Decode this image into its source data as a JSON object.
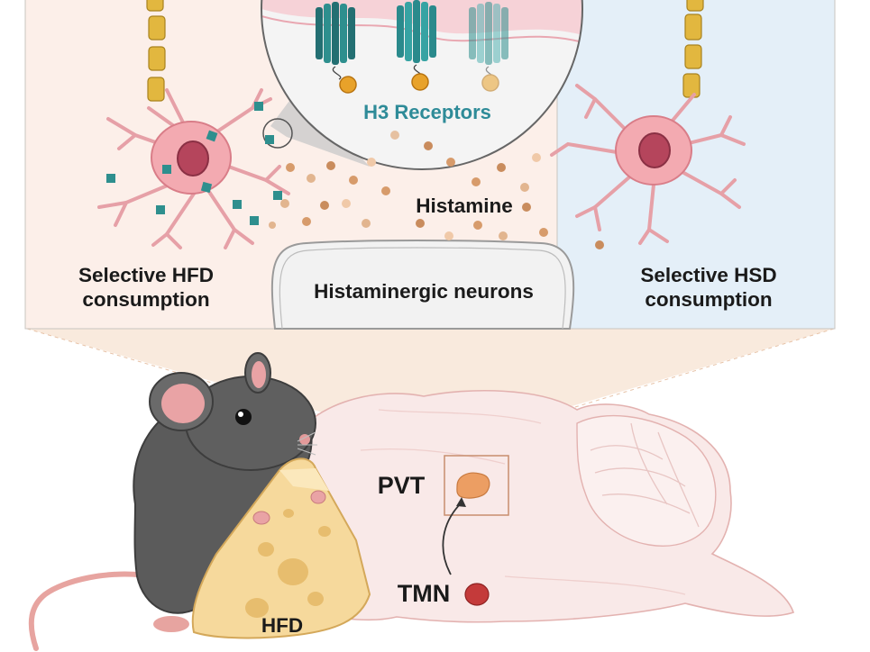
{
  "labels": {
    "left_panel": "Selective HFD\nconsumption",
    "right_panel": "Selective HSD\nconsumption",
    "histaminergic_neurons": "Histaminergic neurons",
    "histamine": "Histamine",
    "receptors": "H3 Receptors",
    "pvt": "PVT",
    "tmn": "TMN",
    "food": "HFD"
  },
  "colors": {
    "left_panel_bg": "#fcefe9",
    "right_panel_bg": "#e4eff8",
    "panel_border": "#c9c4c0",
    "neuron": "#f3aab1",
    "neuron_outline": "#d97d88",
    "nucleus": "#b5455c",
    "axon_segment": "#e2b73f",
    "receptor": "#2e8f8e",
    "receptor_text": "#2e8b98",
    "histamine_dot": "#d79b6b",
    "mouse": "#5b5b5b",
    "cheese": "#f6d99c",
    "brain": "#f9e9e8",
    "pvt_region": "#ec9e63",
    "tmn_region": "#c43a3a"
  },
  "icons": [
    "mouse-icon",
    "cheese-icon",
    "brain-icon",
    "neuron-icon",
    "h3-receptor-icon",
    "histamine-molecule-icon"
  ]
}
